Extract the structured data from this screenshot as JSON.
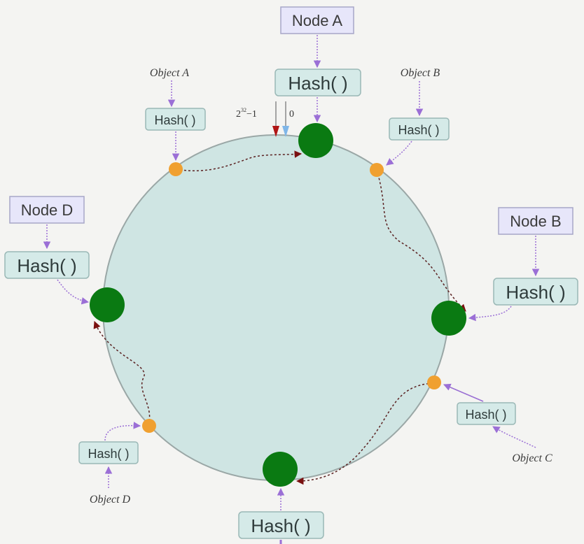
{
  "nodes": {
    "a": {
      "label": "Node A",
      "hash": "Hash( )"
    },
    "b": {
      "label": "Node B",
      "hash": "Hash( )"
    },
    "d": {
      "label": "Node D",
      "hash": "Hash( )"
    },
    "c_hash": "Hash( )"
  },
  "objects": {
    "a": {
      "label": "Object A",
      "hash": "Hash( )"
    },
    "b": {
      "label": "Object B",
      "hash": "Hash( )"
    },
    "c": {
      "label": "Object C",
      "hash": "Hash( )"
    },
    "d": {
      "label": "Object D",
      "hash": "Hash( )"
    }
  },
  "ring": {
    "max_base": "2",
    "max_exp": "32",
    "max_suffix": "−1",
    "zero": "0"
  },
  "colors": {
    "ring_fill": "#cfe5e3",
    "ring_stroke": "#9aa7a6",
    "node_fill": "#0a7a12",
    "object_fill": "#f0a030",
    "arrow_purple": "#9b6fd6",
    "arrow_dark": "#7a1010",
    "node_box_fill": "#e7e6fa",
    "hash_box_fill": "#d5eae8"
  }
}
